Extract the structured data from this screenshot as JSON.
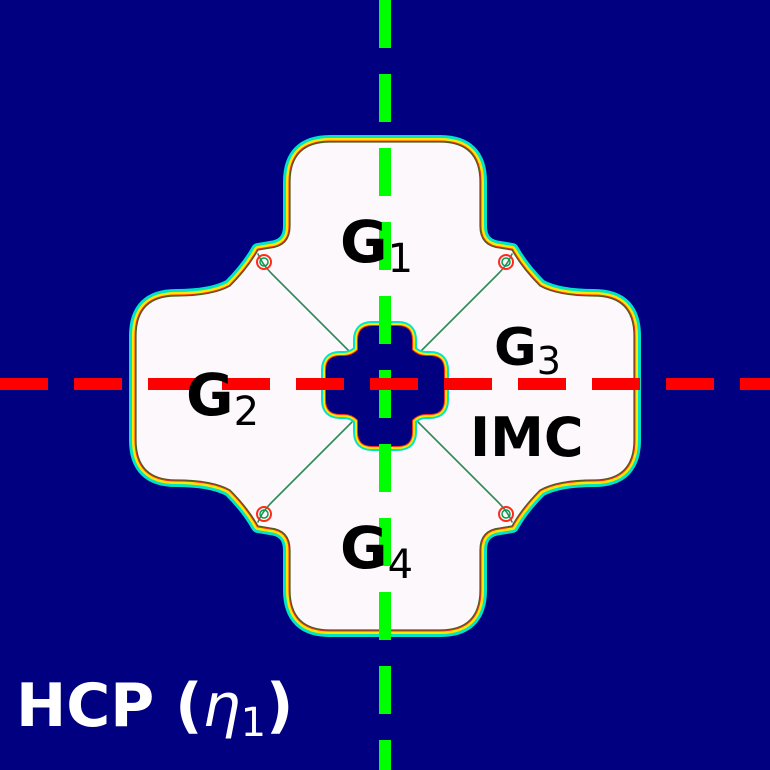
{
  "colors": {
    "background": "#000080",
    "grain_fill": "#fdf8fc",
    "grain_boundary": "#2e8b57",
    "rim_outer": "#00e5c8",
    "rim_yellow": "#ffe600",
    "rim_red": "#ff2a1a",
    "vertical_dash": "#00ff00",
    "horizontal_dash": "#ff0000",
    "label_dark": "#000000",
    "label_light": "#ffffff"
  },
  "labels": {
    "g1": {
      "main": "G",
      "sub": "1"
    },
    "g2": {
      "main": "G",
      "sub": "2"
    },
    "g3": {
      "main": "G",
      "sub": "3"
    },
    "g4": {
      "main": "G",
      "sub": "4"
    },
    "imc": "IMC",
    "phase": {
      "prefix": "HCP (",
      "symbol": "η",
      "sub": "1",
      "suffix": ")"
    }
  }
}
